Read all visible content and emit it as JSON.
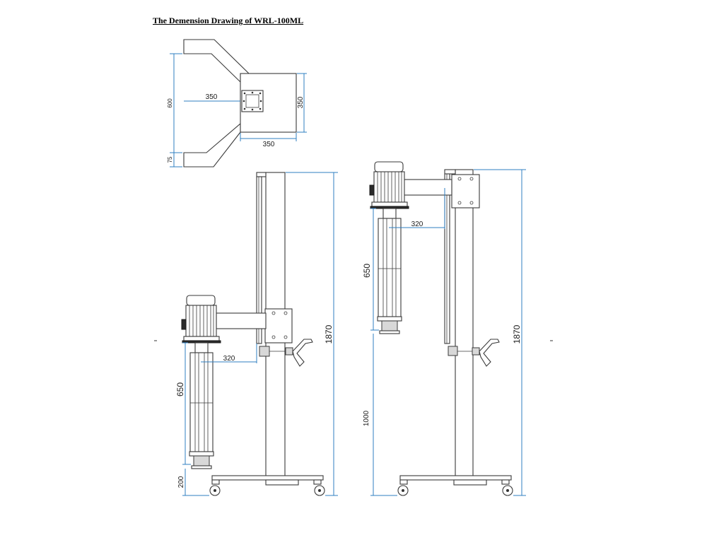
{
  "title": "The Demension Drawing of WRL-100ML",
  "top_view": {
    "dim_width_arm": "350",
    "dim_head_height": "350",
    "dim_head_width": "350",
    "dim_overall_height": "600",
    "dim_leg_height": "75"
  },
  "side_view_low": {
    "dim_total_height": "1870",
    "dim_offset": "320",
    "dim_shaft": "650",
    "dim_clearance": "200"
  },
  "side_view_high": {
    "dim_total_height": "1870",
    "dim_offset": "320",
    "dim_shaft": "650",
    "dim_lift": "1000"
  },
  "colors": {
    "dimension_line": "#2f7fc1",
    "outline": "#3a3a3a"
  }
}
